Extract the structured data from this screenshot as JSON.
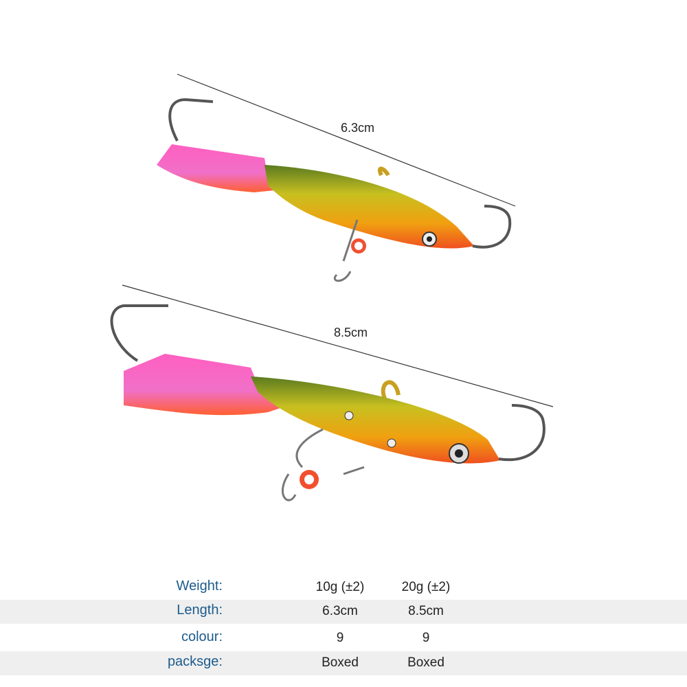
{
  "dimensions": {
    "small": "6.3cm",
    "large": "8.5cm"
  },
  "specs": [
    {
      "label": "Weight:",
      "small": "10g (±2)",
      "large": "20g (±2)"
    },
    {
      "label": "Length:",
      "small": "6.3cm",
      "large": "8.5cm"
    },
    {
      "label": "colour:",
      "small": "9",
      "large": "9"
    },
    {
      "label": "packsge:",
      "small": "Boxed",
      "large": "Boxed"
    }
  ],
  "colors": {
    "label": "#1c5b8c",
    "stripe": "#efefef"
  }
}
